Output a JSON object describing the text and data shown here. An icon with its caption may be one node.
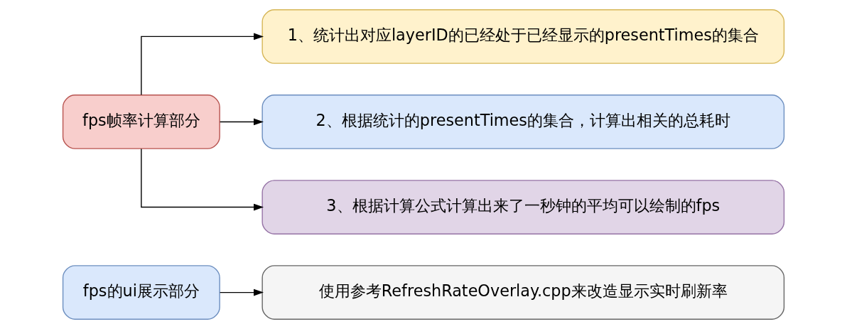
{
  "diagram": {
    "nodes": [
      {
        "text": [
          "fps帧率计算部分"
        ]
      },
      {
        "text": [
          "1、统计出对应layerID的已经处于已经显示的presentTimes的集合"
        ]
      },
      {
        "text": [
          "2、根据统计的presentTimes的集合，计算出相关的总耗时"
        ]
      },
      {
        "text": [
          "3、根据计算公式计算出来了一秒钟的平均可以绘制的fps"
        ]
      },
      {
        "text": [
          "fps的ui展示部分"
        ]
      },
      {
        "text": [
          "使用参考RefreshRateOverlay.cpp来改造显示实时刷新率"
        ]
      }
    ],
    "edges": [
      {
        "from": 0,
        "to": 1,
        "arrow": "to"
      },
      {
        "from": 0,
        "to": 2,
        "arrow": "to"
      },
      {
        "from": 0,
        "to": 3,
        "arrow": "to"
      },
      {
        "from": 4,
        "to": 5,
        "arrow": "to"
      }
    ]
  }
}
